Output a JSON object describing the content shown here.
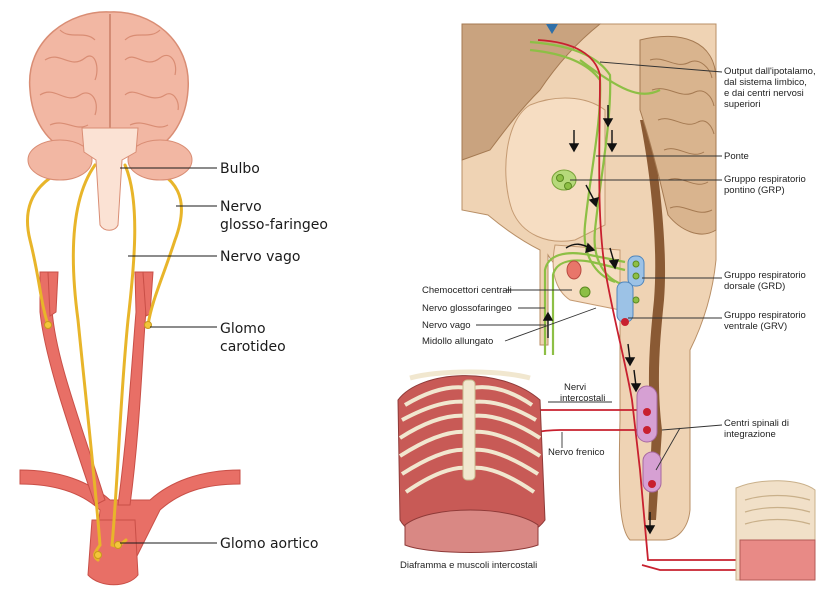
{
  "colors": {
    "brain": "#f2b7a3",
    "brain_stroke": "#d98d74",
    "nerve": "#e8b52a",
    "artery": "#e86f66",
    "artery_dark": "#c94f47",
    "tissue": "#efd3b4",
    "tissue_dark": "#b88f66",
    "green_path": "#8dbf45",
    "red_path": "#c8202f",
    "blue_nucleus": "#6fa3d8",
    "purple_node": "#c98ac6"
  },
  "left_panel": {
    "labels": {
      "bulbo": "Bulbo",
      "nervo_glosso_1": "Nervo",
      "nervo_glosso_2": "glosso-faringeo",
      "nervo_vago": "Nervo vago",
      "glomo_carotideo_1": "Glomo",
      "glomo_carotideo_2": "carotideo",
      "glomo_aortico": "Glomo aortico"
    }
  },
  "right_panel": {
    "labels": {
      "output_1": "Output dall'ipotalamo,",
      "output_2": "dal sistema limbico,",
      "output_3": "e dai centri nervosi",
      "output_4": "superiori",
      "ponte": "Ponte",
      "grp_1": "Gruppo respiratorio",
      "grp_2": "pontino (GRP)",
      "grd_1": "Gruppo respiratorio",
      "grd_2": "dorsale (GRD)",
      "grv_1": "Gruppo respiratorio",
      "grv_2": "ventrale (GRV)",
      "chemo": "Chemocettori centrali",
      "glosso": "Nervo glossofaringeo",
      "vago": "Nervo vago",
      "midollo": "Midollo allungato",
      "intercostali_1": "Nervi",
      "intercostali_2": "intercostali",
      "frenico": "Nervo frenico",
      "spinali_1": "Centri spinali di",
      "spinali_2": "integrazione",
      "diaframma": "Diaframma e muscoli intercostali"
    }
  }
}
